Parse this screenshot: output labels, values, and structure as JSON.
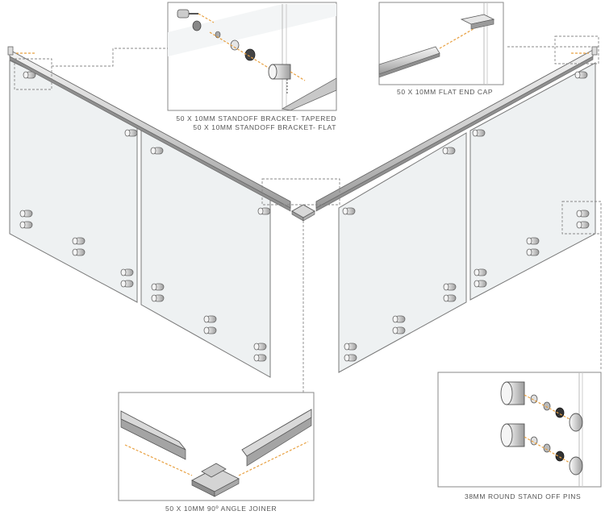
{
  "callouts": {
    "standoff_tapered": "50 X 10MM STANDOFF BRACKET- TAPERED",
    "standoff_flat": "50 X 10MM STANDOFF BRACKET- FLAT",
    "flat_end_cap": "50 X 10MM FLAT END CAP",
    "angle_joiner": "50 X 10MM 90º ANGLE JOINER",
    "round_pins": "38MM ROUND STAND OFF PINS"
  },
  "colors": {
    "line": "#6b6b6b",
    "glass": "#eef1f2",
    "rail": "#c9c9c9",
    "accent": "#e8a040",
    "frame": "#8a8a8a"
  }
}
